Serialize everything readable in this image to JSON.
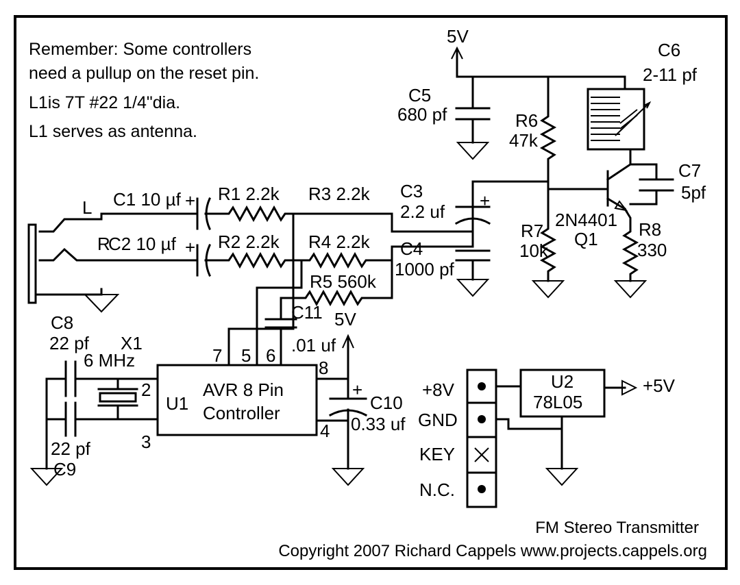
{
  "notes": {
    "line1": "Remember: Some controllers",
    "line2": "need a pullup on the reset pin.",
    "line3": "L1is 7T #22 1/4\"dia.",
    "line4": "L1 serves as antenna."
  },
  "power": {
    "top_supply": "5V",
    "mcu_supply": "5V",
    "regulator_in": "+8V",
    "regulator_out": "+5V"
  },
  "jack": {
    "left": "L",
    "right": "R"
  },
  "components": {
    "c1": "C1 10 µf",
    "c2": "C2 10 µf",
    "r1": "R1 2.2k",
    "r2": "R2 2.2k",
    "r3": "R3 2.2k",
    "r4": "R4 2.2k",
    "r5": "R5 560k",
    "c3_name": "C3",
    "c3_value": "2.2 uf",
    "c4_name": "C4",
    "c4_value": "1000 pf",
    "c5_name": "C5",
    "c5_value": "680 pf",
    "c6_name": "C6",
    "c6_value": "2-11 pf",
    "c7_name": "C7",
    "c7_value": "5pf",
    "r6_name": "R6",
    "r6_value": "47k",
    "r7_name": "R7",
    "r7_value": "10k",
    "r8_name": "R8",
    "r8_value": "330",
    "q1_part": "2N4401",
    "q1_name": "Q1",
    "c8_name": "C8",
    "c8_value": "22 pf",
    "x1_name": "X1",
    "x1_value": "6 MHz",
    "c9_value": "22 pf",
    "c9_name": "C9",
    "c10_name": "C10",
    "c10_value": "0.33 uf",
    "c11_name": "C11",
    "c11_value": ".01 uf",
    "u1_ref": "U1",
    "u1_line1": "AVR 8 Pin",
    "u1_line2": "Controller",
    "u2_ref": "U2",
    "u2_part": "78L05"
  },
  "pins": {
    "p7": "7",
    "p5": "5",
    "p6": "6",
    "p8": "8",
    "p2": "2",
    "p3": "3",
    "p4": "4"
  },
  "polarity": {
    "plus": "+"
  },
  "header": {
    "pin1": "+8V",
    "pin2": "GND",
    "pin3": "KEY",
    "pin4": "N.C."
  },
  "footer": {
    "title": "FM Stereo Transmitter",
    "copyright": "Copyright 2007 Richard Cappels www.projects.cappels.org"
  }
}
